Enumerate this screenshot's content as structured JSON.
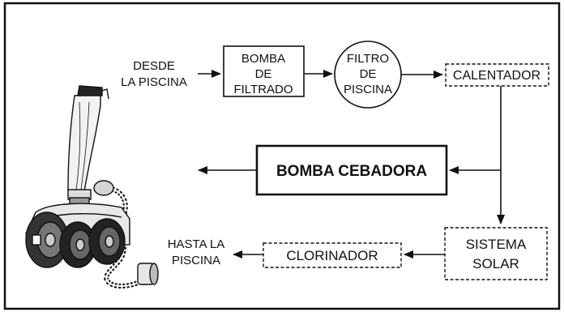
{
  "diagram": {
    "source_label": [
      "DESDE",
      "LA PISCINA"
    ],
    "pump_label": [
      "BOMBA",
      "DE",
      "FILTRADO"
    ],
    "filter_label": [
      "FILTRO",
      "DE",
      "PISCINA"
    ],
    "heater_label": "CALENTADOR",
    "booster_label": "BOMBA CEBADORA",
    "solar_label": [
      "SISTEMA",
      "SOLAR"
    ],
    "chlorinator_label": "CLORINADOR",
    "return_label": [
      "HASTA LA",
      "PISCINA"
    ]
  },
  "cleaner_illustration": {
    "icon": "pool-cleaner-icon"
  }
}
